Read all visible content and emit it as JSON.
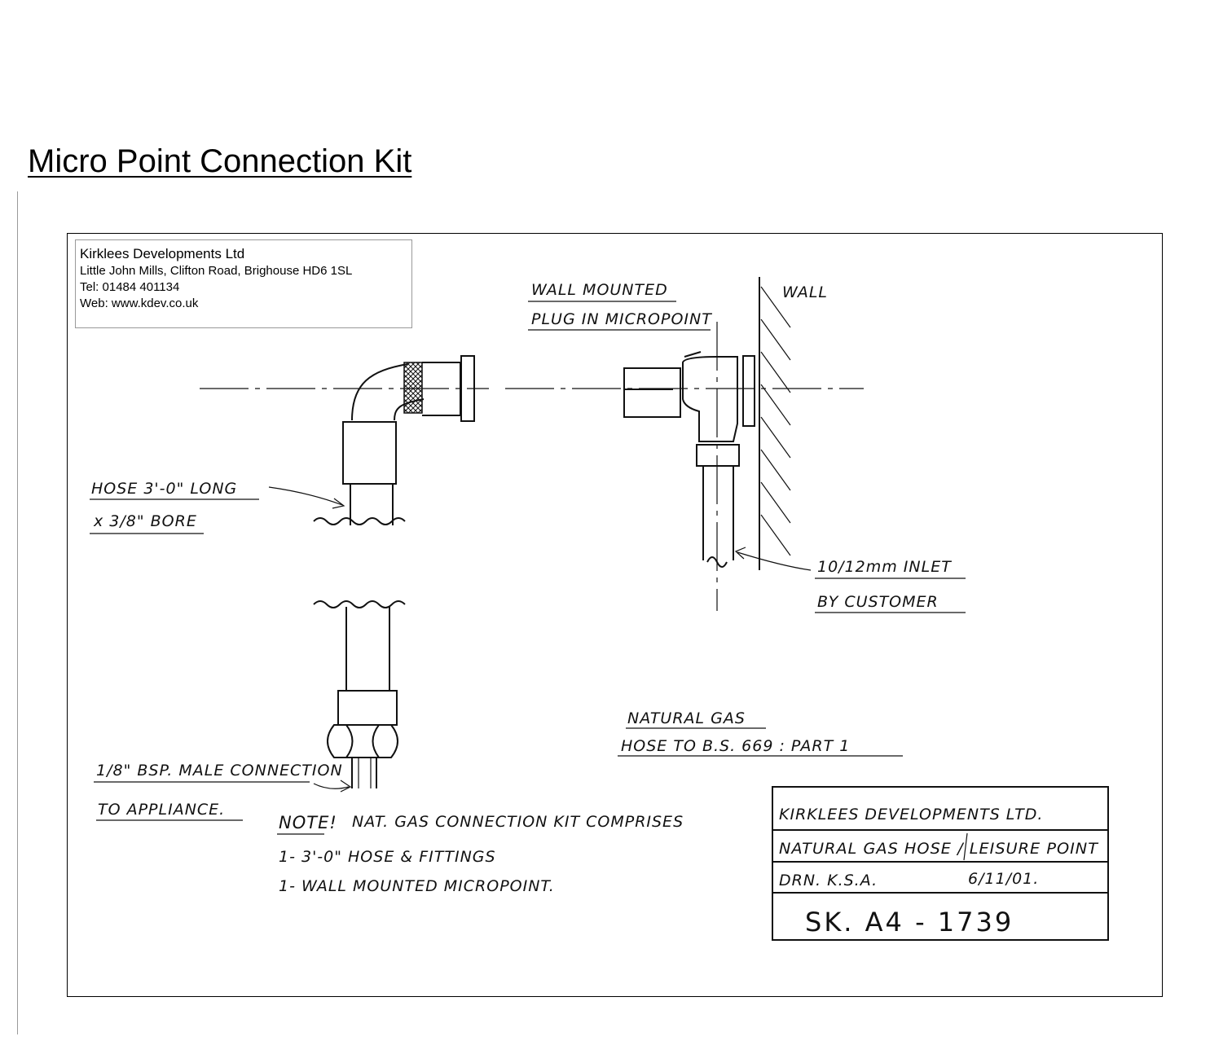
{
  "title": "Micro Point Connection Kit",
  "company_box": {
    "name": "Kirklees Developments Ltd",
    "address": "Little John Mills, Clifton Road, Brighouse HD6 1SL",
    "tel": "Tel: 01484 401134",
    "web": "Web: www.kdev.co.uk"
  },
  "annotations": {
    "wall_mounted": "WALL MOUNTED",
    "plug_in": "PLUG IN MICROPOINT",
    "wall": "WALL",
    "hose_length": "HOSE  3'-0\" LONG",
    "hose_bore": "x 3/8\" BORE",
    "inlet": "10/12mm INLET",
    "by_customer": "BY CUSTOMER",
    "natural_gas": "NATURAL GAS",
    "hose_standard": "HOSE TO B.S. 669 : PART 1",
    "bsp_connection": "1/8\" BSP. MALE CONNECTION",
    "to_appliance": "TO APPLIANCE."
  },
  "note": {
    "heading": "NOTE!",
    "line1": "NAT. GAS CONNECTION KIT COMPRISES",
    "line2": "1- 3'-0\" HOSE & FITTINGS",
    "line3": "1- WALL MOUNTED MICROPOINT."
  },
  "title_block": {
    "company": "KIRKLEES DEVELOPMENTS LTD.",
    "description": "NATURAL GAS HOSE / LEISURE POINT",
    "drawn_by": "DRN. K.S.A.",
    "date": "6/11/01.",
    "drawing_number": "SK. A4 - 1739"
  }
}
